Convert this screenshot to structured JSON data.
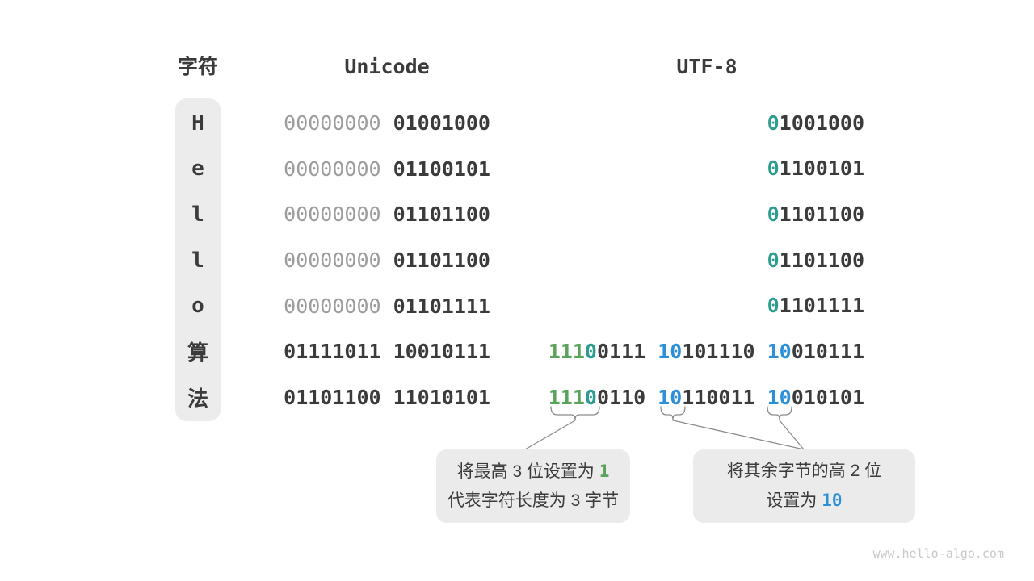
{
  "header": {
    "char_label": "字符",
    "unicode_label": "Unicode",
    "utf8_label": "UTF-8"
  },
  "colors": {
    "dark": "#3b3b3b",
    "gray_bits": "#9c9c9c",
    "teal": "#2d9c91",
    "green": "#5aa35a",
    "blue": "#2c90d8",
    "pill_bg": "#ececec",
    "box_bg": "#ebebeb",
    "line": "#8c8c8c",
    "watermark": "#c9c9c9"
  },
  "rows": [
    {
      "char": "H",
      "uni_gray": "00000000",
      "uni_rest": "01001000",
      "utf8_lead": "0",
      "utf8_rest": "1001000"
    },
    {
      "char": "e",
      "uni_gray": "00000000",
      "uni_rest": "01100101",
      "utf8_lead": "0",
      "utf8_rest": "1100101"
    },
    {
      "char": "l",
      "uni_gray": "00000000",
      "uni_rest": "01101100",
      "utf8_lead": "0",
      "utf8_rest": "1101100"
    },
    {
      "char": "l",
      "uni_gray": "00000000",
      "uni_rest": "01101100",
      "utf8_lead": "0",
      "utf8_rest": "1101100"
    },
    {
      "char": "o",
      "uni_gray": "00000000",
      "uni_rest": "01101111",
      "utf8_lead": "0",
      "utf8_rest": "1101111"
    }
  ],
  "cjk_rows": [
    {
      "char": "算",
      "uni_b1": "01111011",
      "uni_b2": "10010111",
      "b1_ones": "111",
      "b1_zero": "0",
      "b1_rest": "0111",
      "b2_marker": "10",
      "b2_rest": "101110",
      "b3_marker": "10",
      "b3_rest": "010111"
    },
    {
      "char": "法",
      "uni_b1": "01101100",
      "uni_b2": "11010101",
      "b1_ones": "111",
      "b1_zero": "0",
      "b1_rest": "0110",
      "b2_marker": "10",
      "b2_rest": "110011",
      "b3_marker": "10",
      "b3_rest": "010101"
    }
  ],
  "callouts": {
    "left_line1_pre": "将最高 3 位设置为 ",
    "left_line1_bit": "1",
    "left_line2": "代表字符长度为 3 字节",
    "right_line1": "将其余字节的高 2 位",
    "right_line2_pre": "设置为 ",
    "right_line2_bit": "10"
  },
  "watermark": "www.hello-algo.com"
}
